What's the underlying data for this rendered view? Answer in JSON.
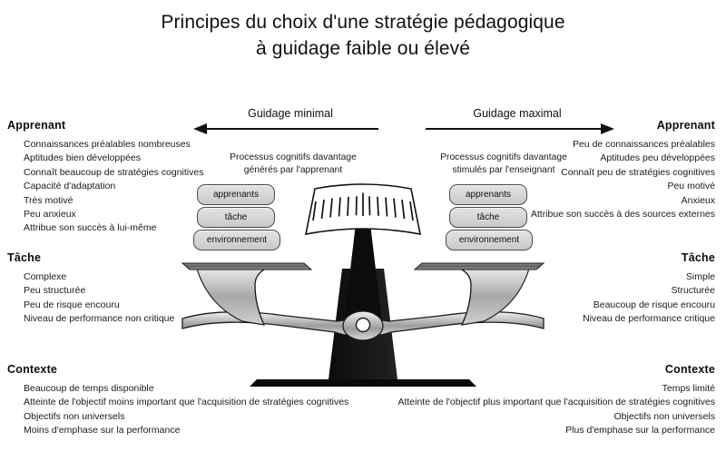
{
  "title": {
    "line1": "Principes du choix d'une stratégie pédagogique",
    "line2": "à guidage faible ou élevé"
  },
  "guidage": {
    "left": {
      "label": "Guidage minimal",
      "arrow_icon": "arrow-left-icon",
      "caption_line1": "Processus cognitifs  davantage",
      "caption_line2": "générés  par l'apprenant"
    },
    "right": {
      "label": "Guidage maximal",
      "arrow_icon": "arrow-right-icon",
      "caption_line1": "Processus cognitifs  davantage",
      "caption_line2": "stimulés  par l'enseignant"
    }
  },
  "balance": {
    "pan_left": {
      "block1": "apprenants",
      "block2": "tâche",
      "block3": "environnement"
    },
    "pan_right": {
      "block1": "apprenants",
      "block2": "tâche",
      "block3": "environnement"
    }
  },
  "left_panel": {
    "apprenant": {
      "heading": "Apprenant",
      "items": [
        "Connaissances  préalables  nombreuses",
        "Aptitudes  bien développées",
        "Connaît  beaucoup  de stratégies  cognitives",
        "Capacité d'adaptation",
        "Très motivé",
        "Peu anxieux",
        "Attribue  son succès à lui-même"
      ]
    },
    "tache": {
      "heading": "Tâche",
      "items": [
        "Complexe",
        "Peu structurée",
        "Peu de risque encouru",
        "Niveau de performance  non critique"
      ]
    },
    "contexte": {
      "heading": "Contexte",
      "items": [
        "Beaucoup  de temps disponible",
        "Atteinte  de l'objectif  moins important  que l'acquisition  de stratégies  cognitives",
        "Objectifs  non universels",
        "Moins d'emphase  sur la performance"
      ]
    }
  },
  "right_panel": {
    "apprenant": {
      "heading": "Apprenant",
      "items": [
        "Peu de connaissances  préalables",
        "Aptitudes  peu développées",
        "Connaît  peu de stratégies  cognitives",
        "Peu motivé",
        "Anxieux",
        "Attribue  son succès à des sources externes"
      ]
    },
    "tache": {
      "heading": "Tâche",
      "items": [
        "Simple",
        "Structurée",
        "Beaucoup de risque encouru",
        "Niveau de performance  critique"
      ]
    },
    "contexte": {
      "heading": "Contexte",
      "items": [
        "Temps limité",
        "Atteinte  de l'objectif  plus important  que l'acquisition  de stratégies  cognitives",
        "Objectifs  non universels",
        "Plus d'emphase  sur la performance"
      ]
    }
  },
  "colors": {
    "background": "#ffffff",
    "text": "#111111",
    "block_fill": "#d8d8d8",
    "block_stroke": "#4a4a4a",
    "stand_dark": "#0a0a0a",
    "beam_gray": "#b5b5b5"
  }
}
